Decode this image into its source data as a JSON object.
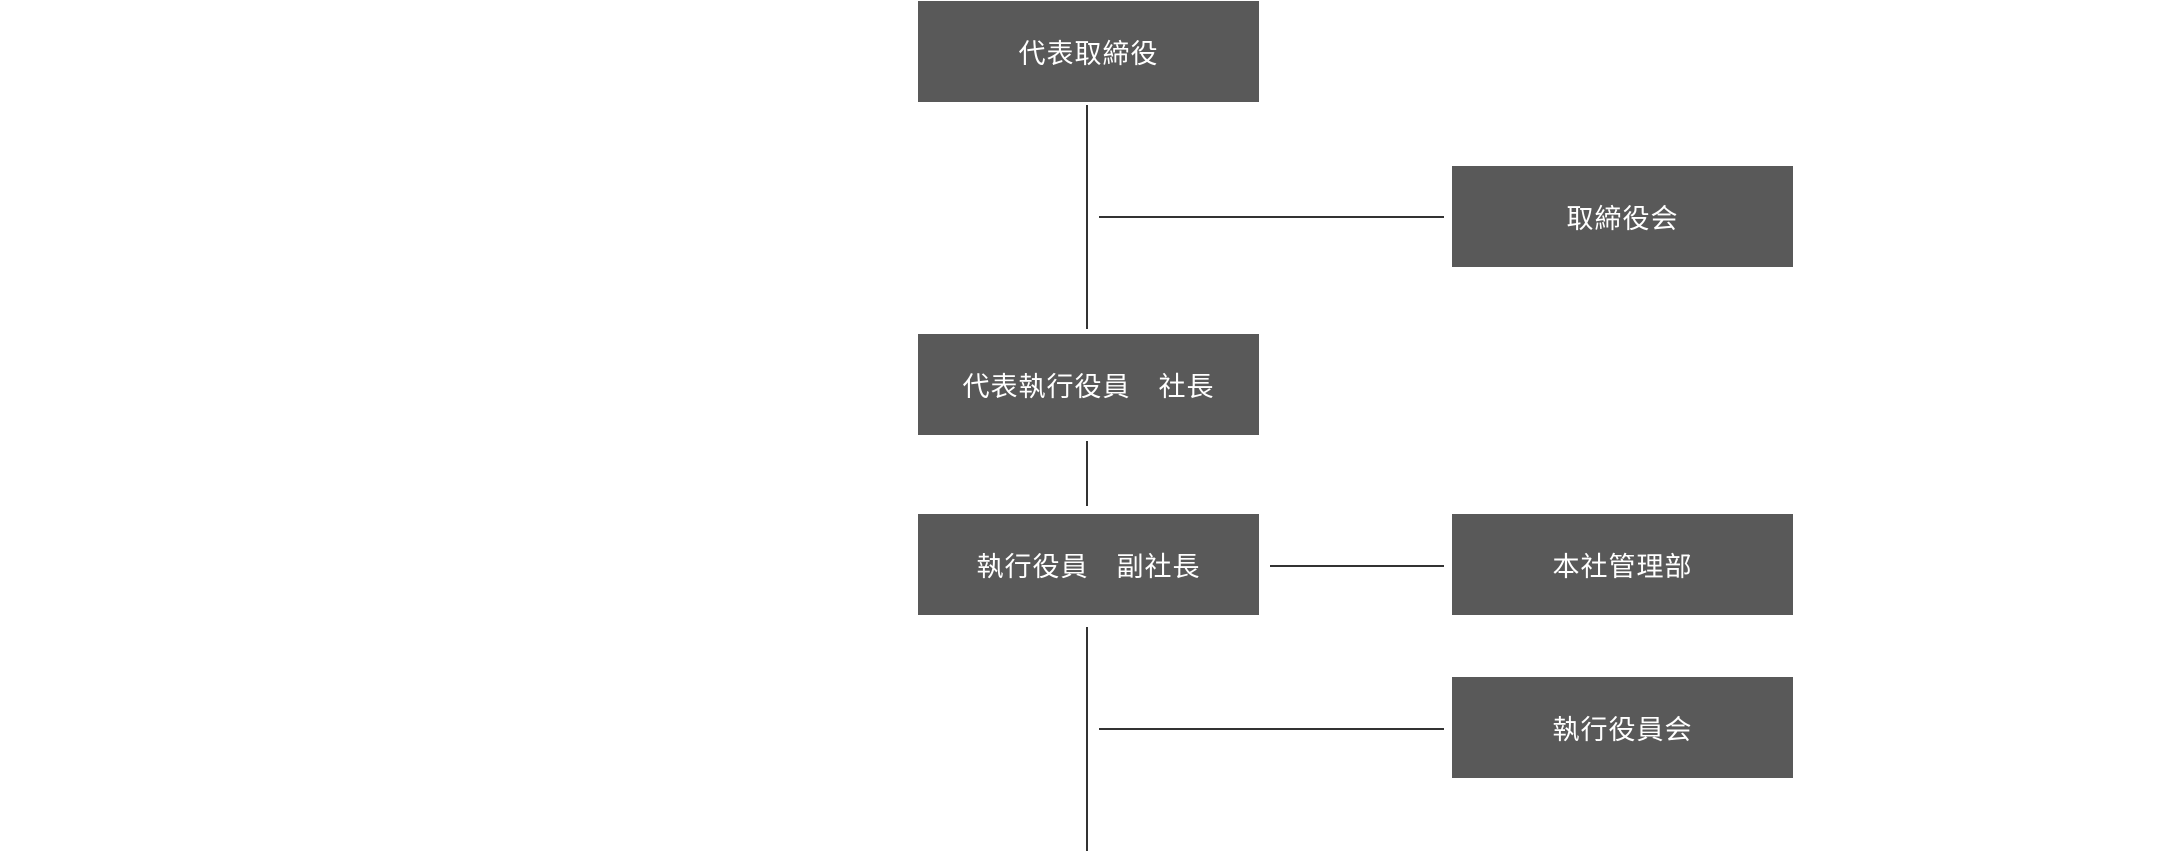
{
  "org_chart": {
    "nodes": {
      "ceo": {
        "label": "代表取締役"
      },
      "board": {
        "label": "取締役会"
      },
      "president": {
        "label": "代表執行役員　社長"
      },
      "vice_president": {
        "label": "執行役員　副社長"
      },
      "hq_management": {
        "label": "本社管理部"
      },
      "executive_committee": {
        "label": "執行役員会"
      }
    },
    "colors": {
      "box_fill": "#595959",
      "box_text": "#ffffff",
      "connector": "#333333",
      "background": "#ffffff"
    }
  }
}
